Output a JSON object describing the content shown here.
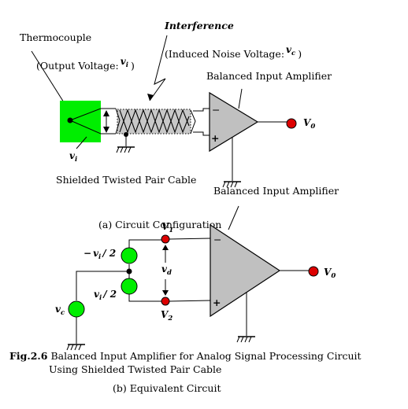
{
  "part_a": {
    "thermocouple_label": "Thermocouple",
    "output_voltage_label": "(Output Voltage:",
    "output_voltage_symbol": "v",
    "output_voltage_subscript": "i",
    "output_voltage_close": ")",
    "interference_label": "Interference",
    "induced_noise_label": "(Induced Noise Voltage:",
    "induced_noise_symbol": "v",
    "induced_noise_subscript": "c",
    "induced_noise_close": ")",
    "amplifier_label": "Balanced Input Amplifier",
    "minus_sign": "−",
    "plus_sign": "+",
    "vi_symbol": "v",
    "vi_subscript": "i",
    "output_symbol": "V",
    "output_subscript": "0",
    "cable_label": "Shielded Twisted Pair Cable",
    "caption": "(a) Circuit Configuration"
  },
  "part_b": {
    "amplifier_label": "Balanced Input Amplifier",
    "v1_symbol": "V",
    "v1_subscript": "1",
    "v2_symbol": "V",
    "v2_subscript": "2",
    "vd_symbol": "v",
    "vd_subscript": "d",
    "neg_half_prefix": "−",
    "neg_half_symbol": "v",
    "neg_half_subscript": "i",
    "neg_half_suffix": "/ 2",
    "pos_half_symbol": "v",
    "pos_half_subscript": "i",
    "pos_half_suffix": "/ 2",
    "vc_symbol": "v",
    "vc_subscript": "c",
    "minus_sign": "−",
    "plus_sign": "+",
    "output_symbol": "V",
    "output_subscript": "0",
    "caption": "(b) Equivalent Circuit"
  },
  "figure": {
    "number": "Fig.2.6",
    "title_line1": "Balanced Input Amplifier for Analog Signal Processing Circuit",
    "title_line2": "Using Shielded Twisted Pair Cable"
  },
  "colors": {
    "source_green": "#00ee00",
    "node_red": "#dd0000",
    "amplifier_gray": "#c0c0c0",
    "cable_gray": "#c8c8c8"
  }
}
